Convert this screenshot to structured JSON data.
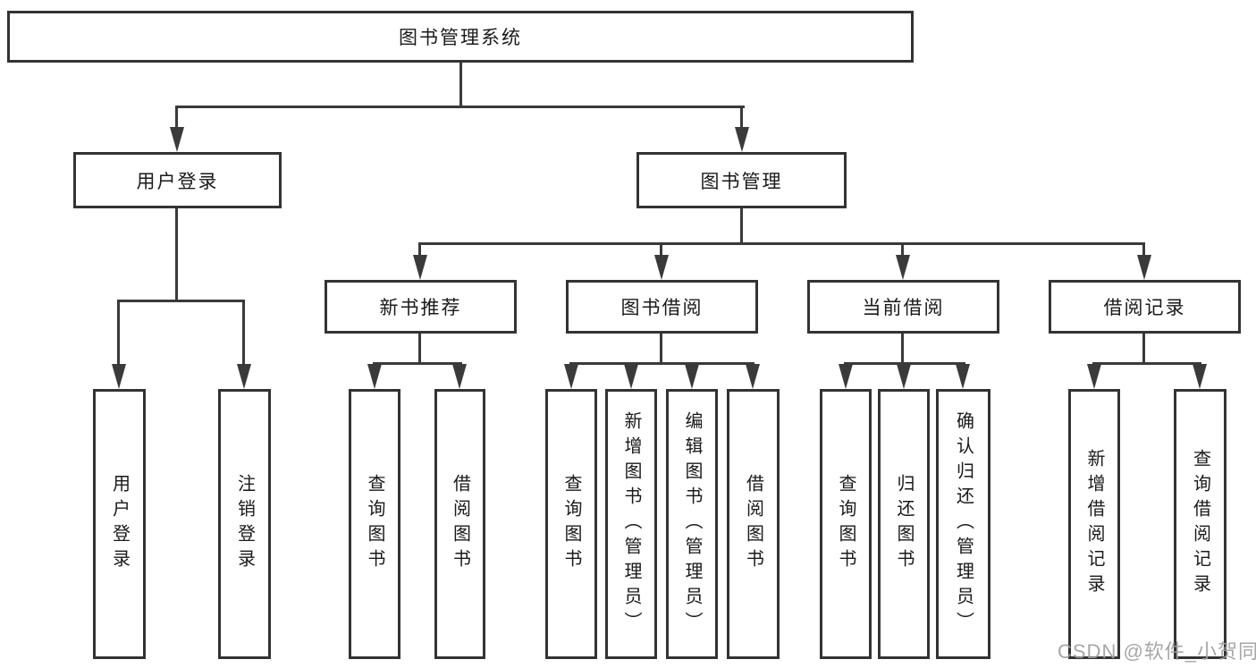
{
  "diagram": {
    "type": "tree",
    "root": {
      "label": "图书管理系统",
      "children": [
        {
          "label": "用户登录",
          "children": [
            {
              "label": "用户登录"
            },
            {
              "label": "注销登录"
            }
          ]
        },
        {
          "label": "图书管理",
          "children": [
            {
              "label": "新书推荐",
              "children": [
                {
                  "label": "查询图书"
                },
                {
                  "label": "借阅图书"
                }
              ]
            },
            {
              "label": "图书借阅",
              "children": [
                {
                  "label": "查询图书"
                },
                {
                  "label": "新增图书（管理员）"
                },
                {
                  "label": "编辑图书（管理员）"
                },
                {
                  "label": "借阅图书"
                }
              ]
            },
            {
              "label": "当前借阅",
              "children": [
                {
                  "label": "查询图书"
                },
                {
                  "label": "归还图书"
                },
                {
                  "label": "确认归还（管理员）"
                }
              ]
            },
            {
              "label": "借阅记录",
              "children": [
                {
                  "label": "新增借阅记录"
                },
                {
                  "label": "查询借阅记录"
                }
              ]
            }
          ]
        }
      ]
    },
    "colors": {
      "line": "#3a3a3a",
      "box_border": "#333333",
      "text": "#1a1a1a",
      "background": "#ffffff",
      "watermark": "#a0a0a0"
    }
  },
  "watermark": {
    "text": "CSDN @软件_小贺同学"
  }
}
